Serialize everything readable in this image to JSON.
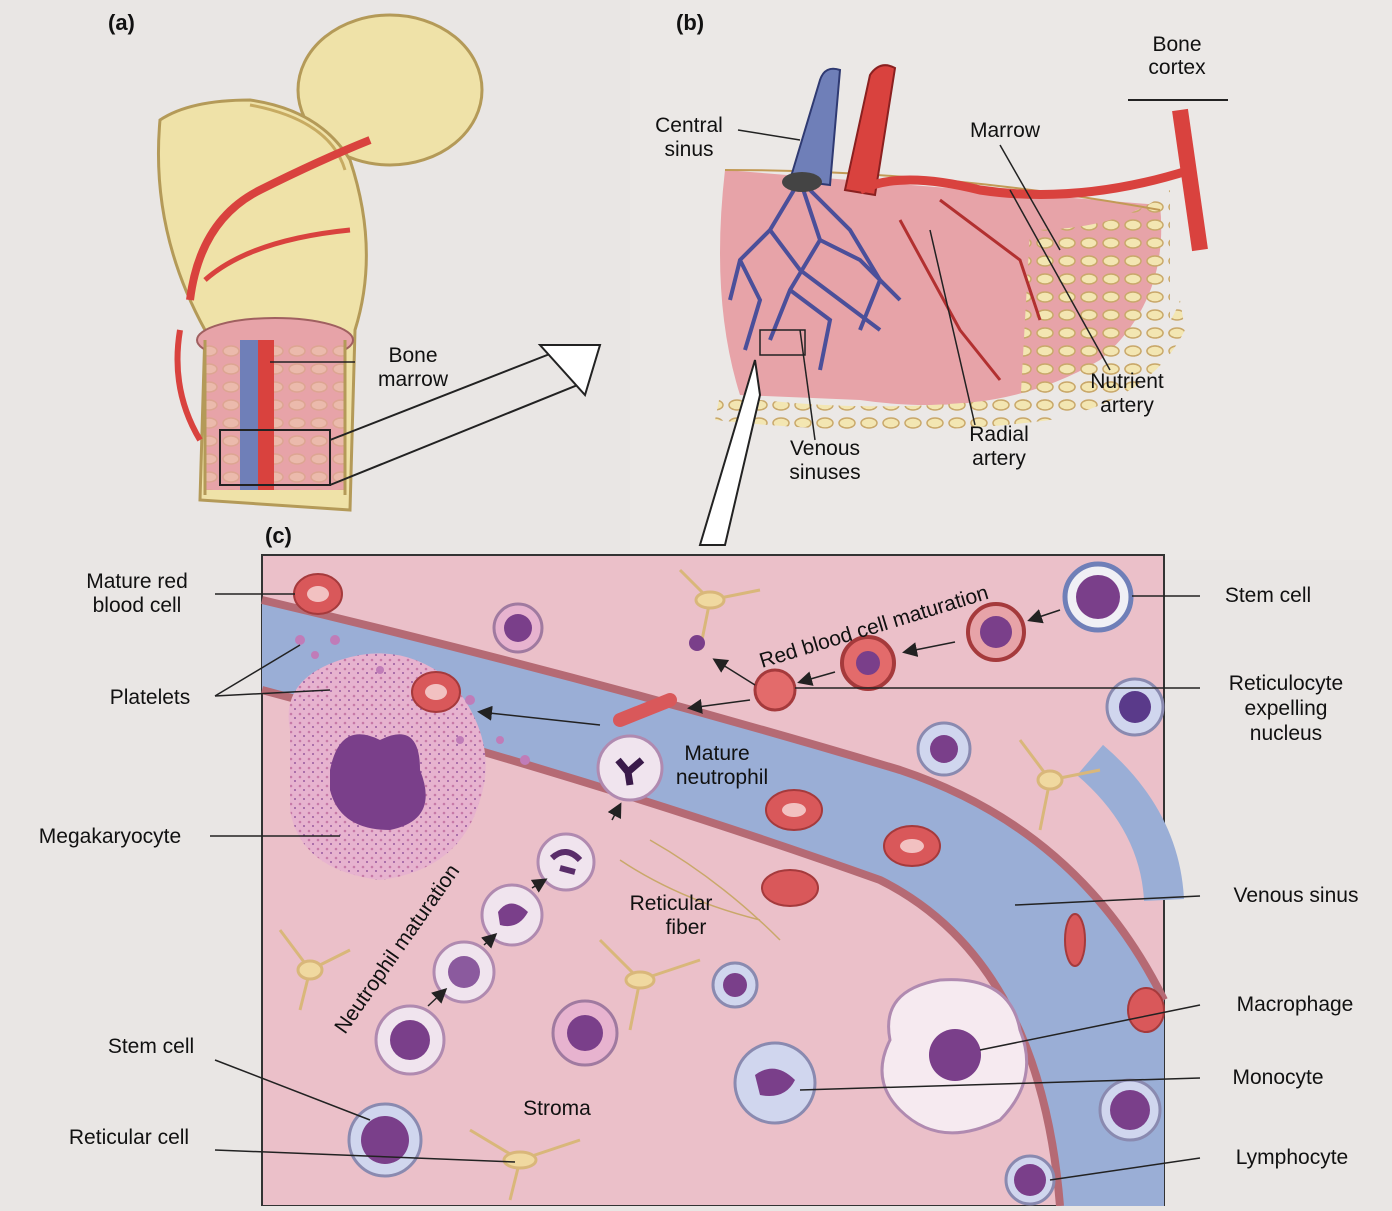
{
  "panels": {
    "a": "(a)",
    "b": "(b)",
    "c": "(c)"
  },
  "labels_a": {
    "bone_marrow": [
      "Bone",
      "marrow"
    ]
  },
  "labels_b": {
    "central_sinus": [
      "Central",
      "sinus"
    ],
    "marrow": "Marrow",
    "bone_cortex": [
      "Bone",
      "cortex"
    ],
    "nutrient_artery": [
      "Nutrient",
      "artery"
    ],
    "radial_artery": [
      "Radial",
      "artery"
    ],
    "venous_sinuses": [
      "Venous",
      "sinuses"
    ]
  },
  "labels_c": {
    "mature_rbc": [
      "Mature red",
      "blood cell"
    ],
    "platelets": "Platelets",
    "megakaryocyte": "Megakaryocyte",
    "stem_cell_left": "Stem cell",
    "reticular_cell": "Reticular cell",
    "stroma": "Stroma",
    "neutrophil_maturation": "Neutrophil maturation",
    "reticular_fiber": [
      "Reticular",
      "fiber"
    ],
    "mature_neutrophil": [
      "Mature",
      "neutrophil"
    ],
    "rbc_maturation": "Red blood cell maturation",
    "stem_cell_right": "Stem cell",
    "reticulocyte": [
      "Reticulocyte",
      "expelling",
      "nucleus"
    ],
    "venous_sinus": "Venous sinus",
    "macrophage": "Macrophage",
    "monocyte": "Monocyte",
    "lymphocyte": "Lymphocyte"
  },
  "colors": {
    "background": "#e9e6e4",
    "bone": "#efe2a8",
    "artery": "#d9423e",
    "vein": "#6f7fb8",
    "marrow": "#e7a3a8",
    "sinus": "#9aaed6",
    "stroma": "#ebc0c9",
    "cell_nucleus": "#7a3f8a",
    "rbc": "#d9585a"
  }
}
